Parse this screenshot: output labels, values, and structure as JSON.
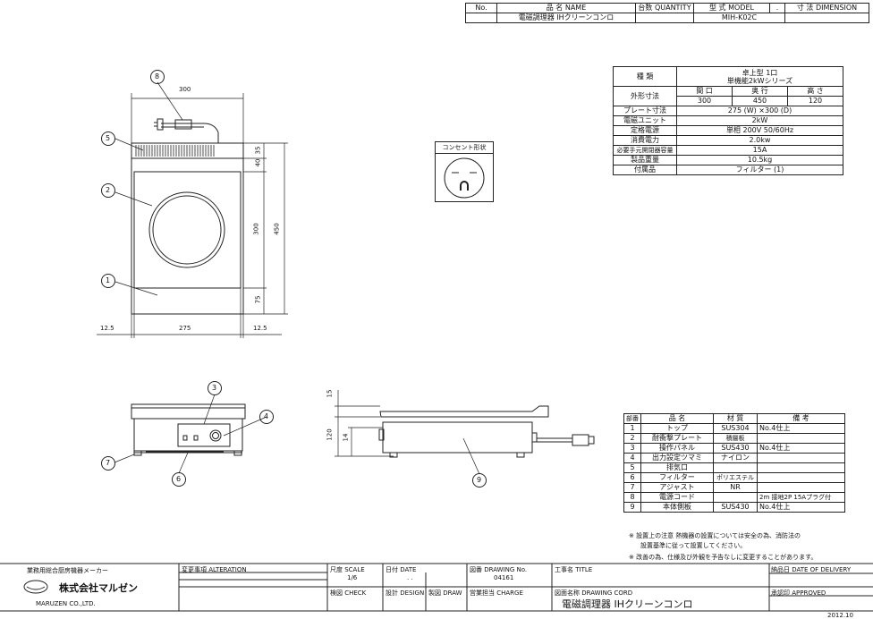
{
  "header": {
    "no_label": "No.",
    "name_label": "品 名 NAME",
    "qty_label": "台数 QUANTITY",
    "model_label": "型 式 MODEL",
    "dot": ".",
    "dimension_label": "寸 法 DIMENSION",
    "name_value": "電磁調理器 IHクリーンコンロ",
    "model_value": "MIH-K02C"
  },
  "spec": {
    "rows": [
      {
        "label": "種 類",
        "value": "卓上型 1口\n単機能2kWシリーズ"
      },
      {
        "label": "外形寸法",
        "sub_headers": [
          "間 口",
          "奥 行",
          "高 さ"
        ],
        "sub_values": [
          "300",
          "450",
          "120"
        ]
      },
      {
        "label": "プレート寸法",
        "value": "275 (W) ×300 (D)"
      },
      {
        "label": "電磁ユニット",
        "value": "2kW"
      },
      {
        "label": "定格電源",
        "value": "単相 200V 50/60Hz"
      },
      {
        "label": "消費電力",
        "value": "2.0kw"
      },
      {
        "label": "必要手元開閉器容量",
        "value": "15A"
      },
      {
        "label": "製品重量",
        "value": "10.5kg"
      },
      {
        "label": "付属品",
        "value": "フィルター (1)"
      }
    ]
  },
  "outlet": {
    "label": "コンセント形状"
  },
  "parts": {
    "headers": [
      "部番",
      "品 名",
      "材 質",
      "備 考"
    ],
    "rows": [
      [
        "1",
        "トップ",
        "SUS304",
        "No.4仕上"
      ],
      [
        "2",
        "耐衝撃プレート",
        "積層板",
        ""
      ],
      [
        "3",
        "操作パネル",
        "SUS430",
        "No.4仕上"
      ],
      [
        "4",
        "出力設定ツマミ",
        "ナイロン",
        ""
      ],
      [
        "5",
        "排気口",
        "",
        ""
      ],
      [
        "6",
        "フィルター",
        "ポリエステル",
        ""
      ],
      [
        "7",
        "アジャスト",
        "NR",
        ""
      ],
      [
        "8",
        "電源コード",
        "",
        "2m 接地2P 15Aプラグ付"
      ],
      [
        "9",
        "本体側板",
        "SUS430",
        "No.4仕上"
      ]
    ]
  },
  "notes": [
    "※ 設置上の注意 熱機器の設置については安全の為、消防法の",
    "設置基準に従って設置してください。",
    "※ 改善の為、仕様及び外観を予告なしに変更することがあります。"
  ],
  "dims": {
    "top_width": "300",
    "right_a": "35",
    "right_b": "40",
    "right_c": "300",
    "right_d": "75",
    "right_total": "450",
    "bottom_left": "12.5",
    "bottom_mid": "275",
    "bottom_right": "12.5",
    "side_top": "15",
    "side_total": "120",
    "side_low": "14"
  },
  "balloons": [
    "8",
    "5",
    "2",
    "1",
    "3",
    "4",
    "7",
    "6",
    "9"
  ],
  "titleblock": {
    "maker_line": "業務用総合厨房機器メーカー",
    "company_jp": "株式会社マルゼン",
    "company_en": "MARUZEN CO.,LTD.",
    "alteration_label": "変更事項 ALTERATION",
    "scale_label": "尺度 SCALE",
    "scale_value": "1/6",
    "date_label": "日付 DATE",
    "date_value": ".     .",
    "drawing_no_label": "図番 DRAWING No.",
    "drawing_no_value": "04161",
    "work_label": "工事名 TITLE",
    "delivery_label": "納品日 DATE OF DELIVERY",
    "check_label": "検図 CHECK",
    "design_label": "設計 DESIGN",
    "draw_label": "製図 DRAW",
    "charge_label": "営業担当 CHARGE",
    "cord_label": "図面名称 DRAWING CORD",
    "cord_value": "電磁調理器 IHクリーンコンロ",
    "approved_label": "承認印 APPROVED",
    "year": "2012.10"
  }
}
